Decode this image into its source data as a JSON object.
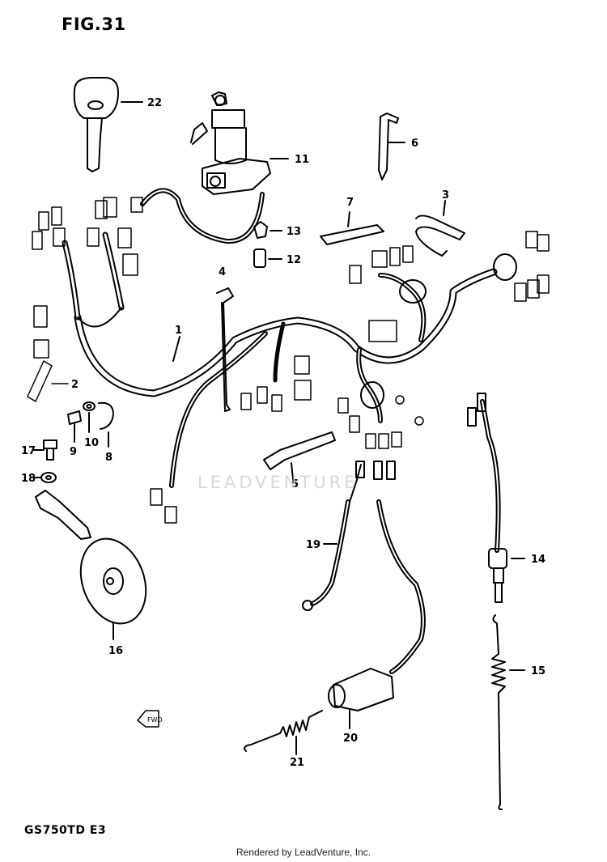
{
  "figure": {
    "title": "FIG.31",
    "model": "GS750TD  E3"
  },
  "footer": {
    "rendered_by": "Rendered by LeadVenture, Inc."
  },
  "watermark": {
    "text": "LEADVENTURE"
  },
  "arrow_label": "FWD",
  "callouts": {
    "c1": "1",
    "c2": "2",
    "c3": "3",
    "c4": "4",
    "c5": "5",
    "c6": "6",
    "c7": "7",
    "c8": "8",
    "c9": "9",
    "c10": "10",
    "c11": "11",
    "c12": "12",
    "c13": "13",
    "c14": "14",
    "c15": "15",
    "c16": "16",
    "c17": "17",
    "c18": "18",
    "c19": "19",
    "c20": "20",
    "c21": "21",
    "c22": "22"
  }
}
